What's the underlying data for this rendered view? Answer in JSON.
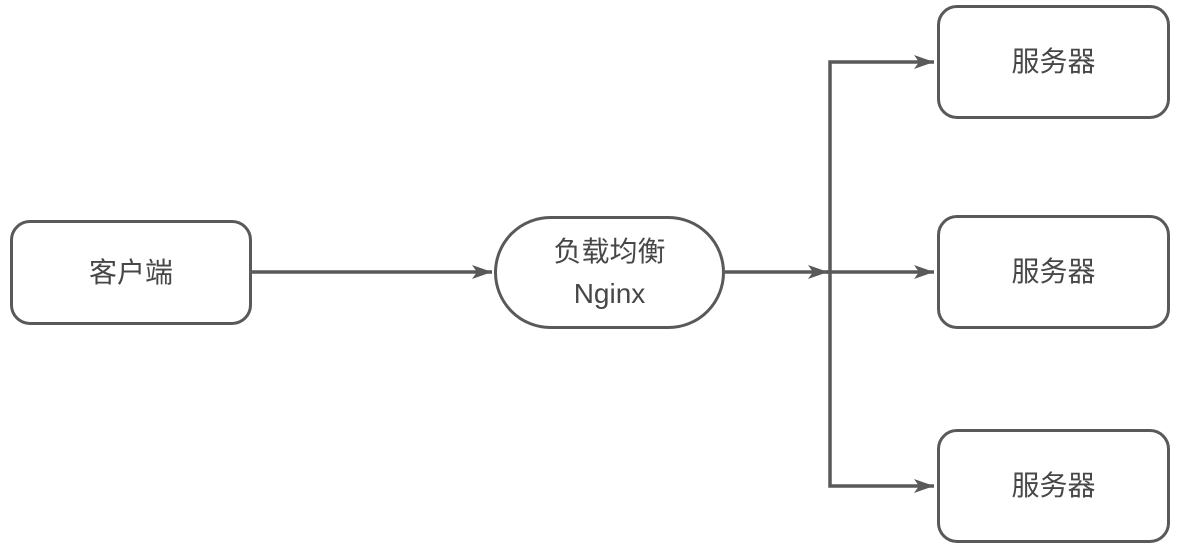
{
  "colors": {
    "stroke": "#595959",
    "node_border": "#595959",
    "node_fill": "#ffffff",
    "text": "#474747",
    "background": "#ffffff"
  },
  "nodes": {
    "client": {
      "label": "客户端",
      "shape": "rounded-rectangle"
    },
    "load_balancer": {
      "label_line1": "负载均衡",
      "label_line2": "Nginx",
      "shape": "stadium"
    },
    "server_top": {
      "label": "服务器",
      "shape": "rounded-rectangle"
    },
    "server_middle": {
      "label": "服务器",
      "shape": "rounded-rectangle"
    },
    "server_bottom": {
      "label": "服务器",
      "shape": "rounded-rectangle"
    }
  },
  "edges": [
    {
      "from": "client",
      "to": "load_balancer",
      "arrow": "end"
    },
    {
      "from": "load_balancer",
      "to": "branch_junction",
      "arrow": "end"
    },
    {
      "from": "branch_junction",
      "to": "server_top",
      "arrow": "end"
    },
    {
      "from": "branch_junction",
      "to": "server_middle",
      "arrow": "end"
    },
    {
      "from": "branch_junction",
      "to": "server_bottom",
      "arrow": "end"
    }
  ]
}
